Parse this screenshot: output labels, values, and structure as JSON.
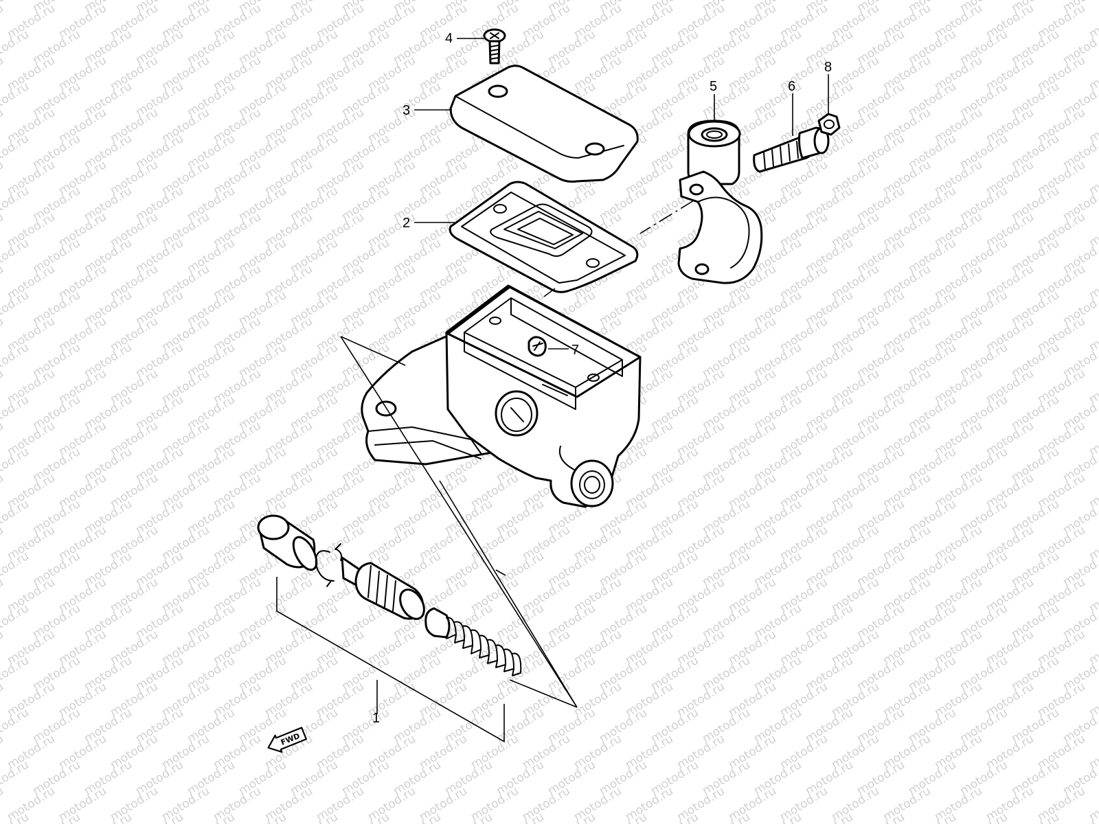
{
  "watermark": {
    "text": "motod.ru",
    "color": "#d0d0d0"
  },
  "callouts": [
    {
      "id": "1",
      "label": "1",
      "part": "piston-kit"
    },
    {
      "id": "2",
      "label": "2",
      "part": "diaphragm"
    },
    {
      "id": "3",
      "label": "3",
      "part": "reservoir-cap"
    },
    {
      "id": "4",
      "label": "4",
      "part": "cap-screw"
    },
    {
      "id": "5",
      "label": "5",
      "part": "holder-clamp"
    },
    {
      "id": "6",
      "label": "6",
      "part": "clamp-bolt"
    },
    {
      "id": "7",
      "label": "7",
      "part": "reservoir-plug"
    },
    {
      "id": "8",
      "label": "8",
      "part": "nut"
    }
  ],
  "direction_badge": {
    "text": "FWD",
    "icon": "arrow-left-icon"
  }
}
